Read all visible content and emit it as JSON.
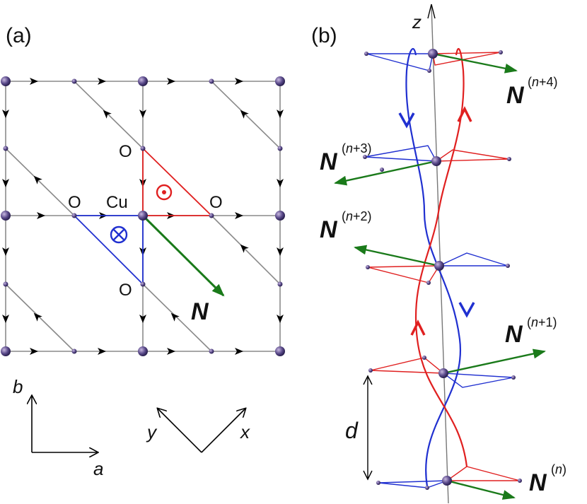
{
  "panel_a": {
    "label": "(a)",
    "atoms": {
      "cu": "Cu",
      "o_top": "O",
      "o_right": "O",
      "o_left": "O",
      "o_bottom": "O"
    },
    "vector_label": "N",
    "axes": {
      "b": "b",
      "a": "a",
      "y": "y",
      "x": "x"
    },
    "colors": {
      "grid": "#8a8a8a",
      "triangle_red": "#e02020",
      "triangle_blue": "#2030d0",
      "vector_green": "#1a7a1a"
    }
  },
  "panel_b": {
    "label": "(b)",
    "axis_z": "z",
    "spacing_label": "d",
    "vectors": [
      {
        "base": "N",
        "sup": "(n+4)",
        "sup_n": "n",
        "sup_rest": "+4"
      },
      {
        "base": "N",
        "sup": "(n+3)",
        "sup_n": "n",
        "sup_rest": "+3"
      },
      {
        "base": "N",
        "sup": "(n+2)",
        "sup_n": "n",
        "sup_rest": "+2"
      },
      {
        "base": "N",
        "sup": "(n+1)",
        "sup_n": "n",
        "sup_rest": "+1"
      },
      {
        "base": "N",
        "sup": "(n)",
        "sup_n": "n",
        "sup_rest": ""
      }
    ]
  }
}
